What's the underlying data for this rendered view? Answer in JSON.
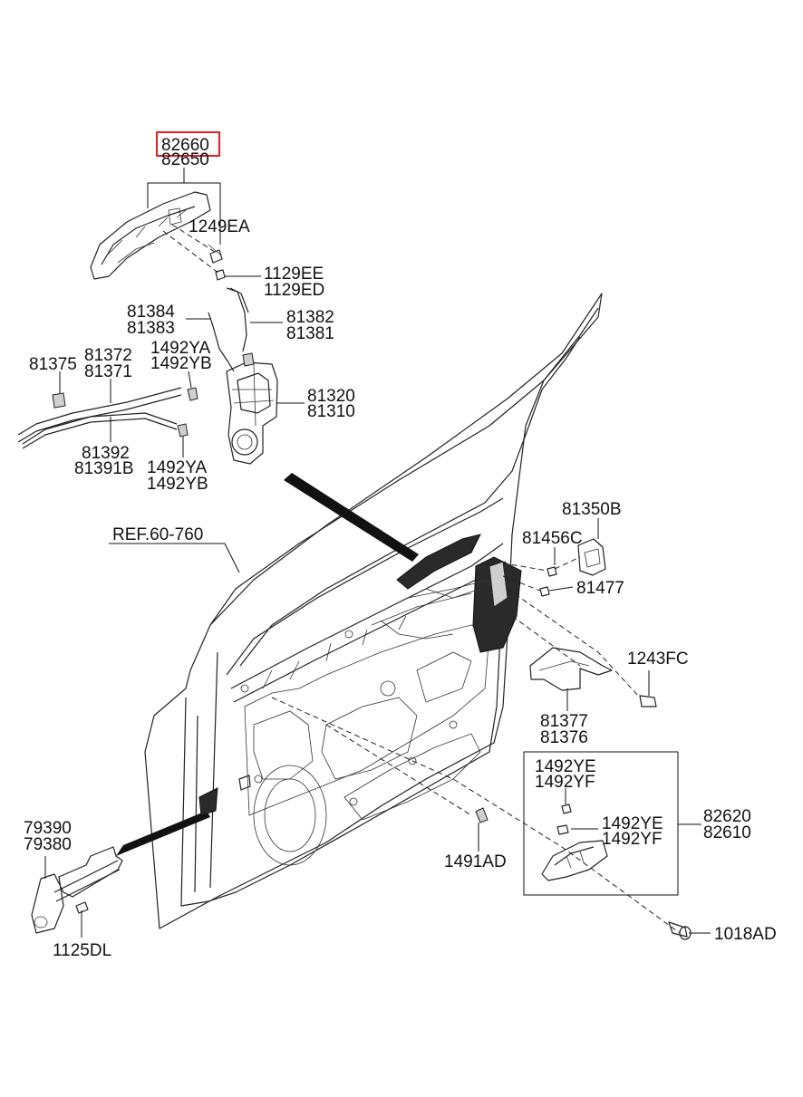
{
  "diagram": {
    "highlighted_part": "82660",
    "labels": {
      "p82660": "82660",
      "p82650": "82650",
      "p1249EA": "1249EA",
      "p1129EE": "1129EE",
      "p1129ED": "1129ED",
      "p81384": "81384",
      "p81383": "81383",
      "p81382": "81382",
      "p81381": "81381",
      "p81372": "81372",
      "p81371": "81371",
      "p81375": "81375",
      "p1492YA_a": "1492YA",
      "p1492YB_a": "1492YB",
      "p81320": "81320",
      "p81310": "81310",
      "p81392": "81392",
      "p81391B": "81391B",
      "p1492YA_b": "1492YA",
      "p1492YB_b": "1492YB",
      "ref": "REF.60-760",
      "p81350B": "81350B",
      "p81456C": "81456C",
      "p81477": "81477",
      "p1243FC": "1243FC",
      "p81377": "81377",
      "p81376": "81376",
      "p1492YE_a": "1492YE",
      "p1492YF_a": "1492YF",
      "p1492YE_b": "1492YE",
      "p1492YF_b": "1492YF",
      "p82620": "82620",
      "p82610": "82610",
      "p1491AD": "1491AD",
      "p79390": "79390",
      "p79380": "79380",
      "p1125DL": "1125DL",
      "p1018AD": "1018AD"
    },
    "colors": {
      "highlight_box": "#e02020",
      "line": "#222222"
    }
  }
}
